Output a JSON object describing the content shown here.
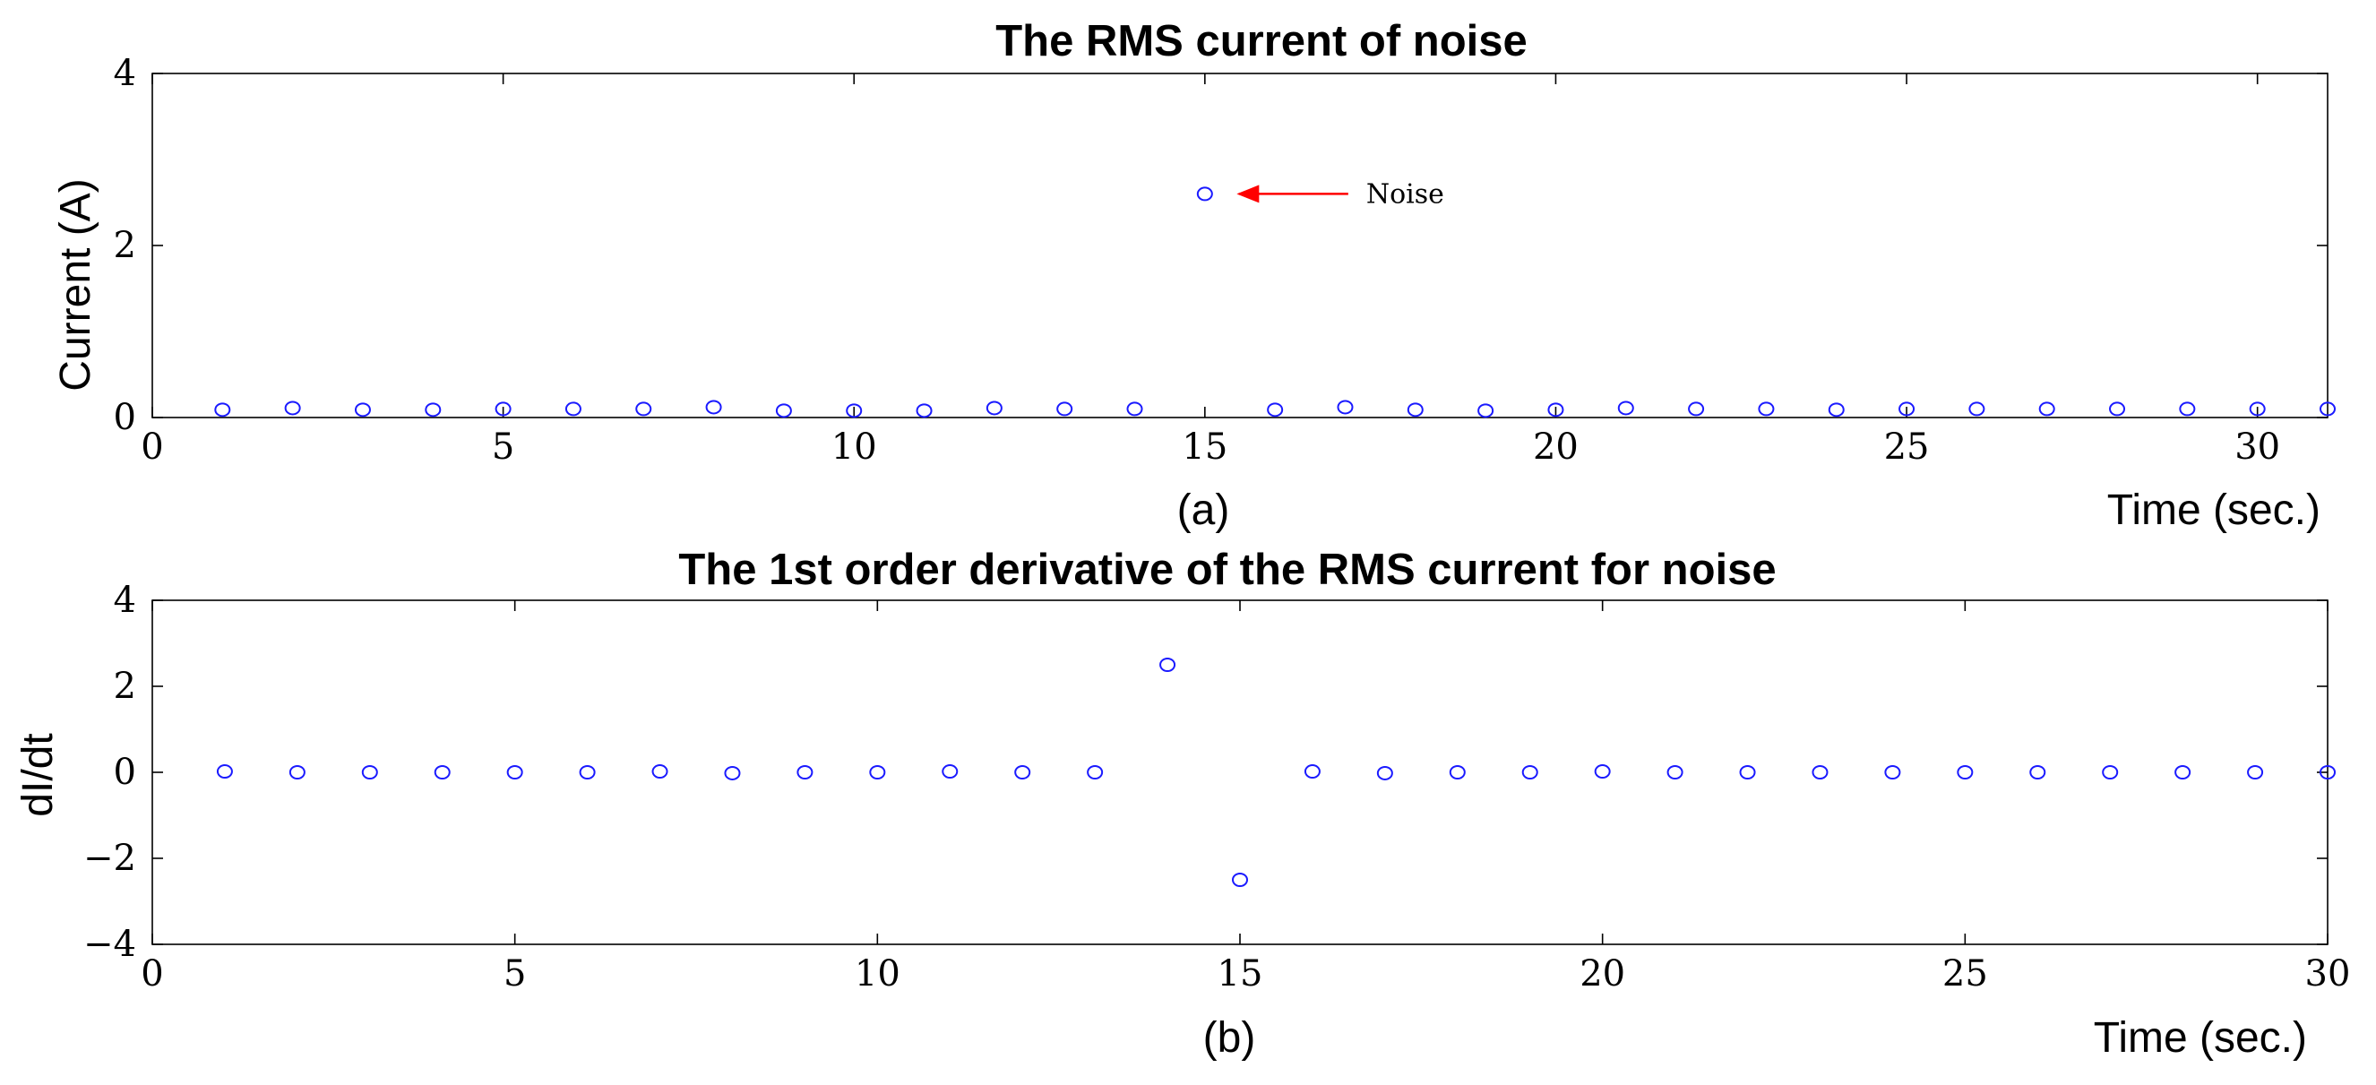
{
  "colors": {
    "marker": "#1a1aff",
    "annotation_arrow": "#ff0000",
    "axis": "#000000"
  },
  "chart_data": [
    {
      "type": "scatter",
      "title": "The RMS current of noise",
      "ylabel": "Current (A)",
      "xlabel": "Time (sec.)",
      "caption": "(a)",
      "xlim": [
        0,
        31
      ],
      "ylim": [
        0,
        4
      ],
      "xticks": [
        "0",
        "5",
        "10",
        "15",
        "20",
        "25",
        "30"
      ],
      "yticks": [
        "0",
        "2",
        "4"
      ],
      "grid": false,
      "marker": "circle",
      "annotation": {
        "text": "Noise",
        "x": 15,
        "y": 2.6
      },
      "x": [
        1,
        2,
        3,
        4,
        5,
        6,
        7,
        8,
        9,
        10,
        11,
        12,
        13,
        14,
        15,
        16,
        17,
        18,
        19,
        20,
        21,
        22,
        23,
        24,
        25,
        26,
        27,
        28,
        29,
        30,
        31
      ],
      "y": [
        0.09,
        0.11,
        0.09,
        0.09,
        0.1,
        0.1,
        0.1,
        0.12,
        0.08,
        0.08,
        0.08,
        0.11,
        0.1,
        0.1,
        2.6,
        0.09,
        0.12,
        0.09,
        0.08,
        0.09,
        0.11,
        0.1,
        0.1,
        0.09,
        0.1,
        0.1,
        0.1,
        0.1,
        0.1,
        0.1,
        0.1
      ]
    },
    {
      "type": "scatter",
      "title": "The 1st order derivative of the RMS current for noise",
      "ylabel": "dI/dt",
      "xlabel": "Time (sec.)",
      "caption": "(b)",
      "xlim": [
        0,
        30
      ],
      "ylim": [
        -4,
        4
      ],
      "xticks": [
        "0",
        "5",
        "10",
        "15",
        "20",
        "25",
        "30"
      ],
      "yticks": [
        "−4",
        "−2",
        "0",
        "2",
        "4"
      ],
      "grid": false,
      "marker": "circle",
      "x": [
        1,
        2,
        3,
        4,
        5,
        6,
        7,
        8,
        9,
        10,
        11,
        12,
        13,
        14,
        15,
        16,
        17,
        18,
        19,
        20,
        21,
        22,
        23,
        24,
        25,
        26,
        27,
        28,
        29,
        30
      ],
      "y": [
        0.02,
        0,
        0,
        0,
        0,
        0,
        0.02,
        -0.02,
        0,
        0,
        0.02,
        0,
        0,
        2.5,
        -2.5,
        0.02,
        -0.02,
        0,
        0,
        0.02,
        0,
        0,
        0,
        0,
        0,
        0,
        0,
        0,
        0,
        0
      ]
    }
  ]
}
